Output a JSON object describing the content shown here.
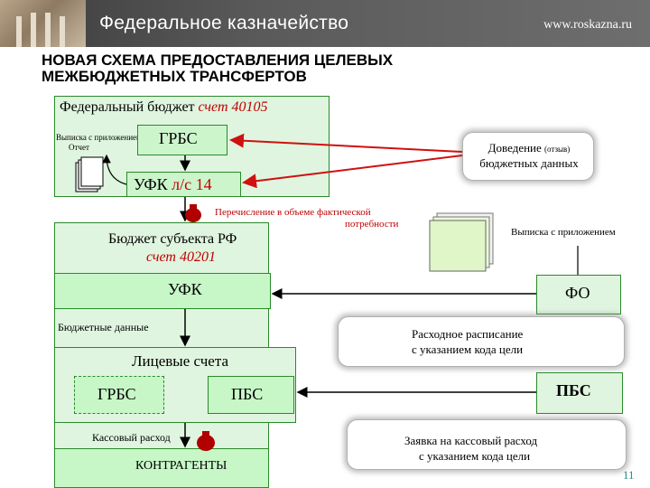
{
  "header": {
    "title": "Федеральное казначейство",
    "url": "www.roskazna.ru"
  },
  "slide": {
    "title_line1": "НОВАЯ СХЕМА ПРЕДОСТАВЛЕНИЯ ЦЕЛЕВЫХ",
    "title_line2": "МЕЖБЮДЖЕТНЫХ ТРАНСФЕРТОВ",
    "page_number": "11"
  },
  "federal_budget": {
    "label": "Федеральный бюджет",
    "account": "счет  40105",
    "statement_label_line1": "Выписка с приложением,",
    "statement_label_line2": "Отчет",
    "grbs": "ГРБС",
    "ufk": "УФК",
    "ufk_account": "л/с 14"
  },
  "delivery": {
    "line1": "Доведение",
    "line1_small": "(отзыв)",
    "line2": "бюджетных данных"
  },
  "transfer": {
    "line1": "Перечисление в объеме фактической",
    "line2": "потребности"
  },
  "statement_right": "Выписка с приложением",
  "subject_budget": {
    "label": "Бюджет субъекта РФ",
    "account": "счет  40201",
    "ufk": "УФК",
    "budget_data": "Бюджетные данные",
    "accounts_title": "Лицевые счета",
    "grbs": "ГРБС",
    "pbs": "ПБС",
    "cash_expense": "Кассовый расход",
    "contractors": "КОНТРАГЕНТЫ"
  },
  "right": {
    "fo": "ФО",
    "schedule_line1": "Расходное расписание",
    "schedule_line2": "с указанием кода цели",
    "pbs": "ПБС",
    "request_line1": "Заявка на кассовый расход",
    "request_line2": "с указанием кода цели"
  },
  "colors": {
    "accent_red": "#c00000",
    "box_border": "#2a8a2a",
    "box_fill": "#dff5df",
    "header_bg": "#4a4a4a"
  }
}
